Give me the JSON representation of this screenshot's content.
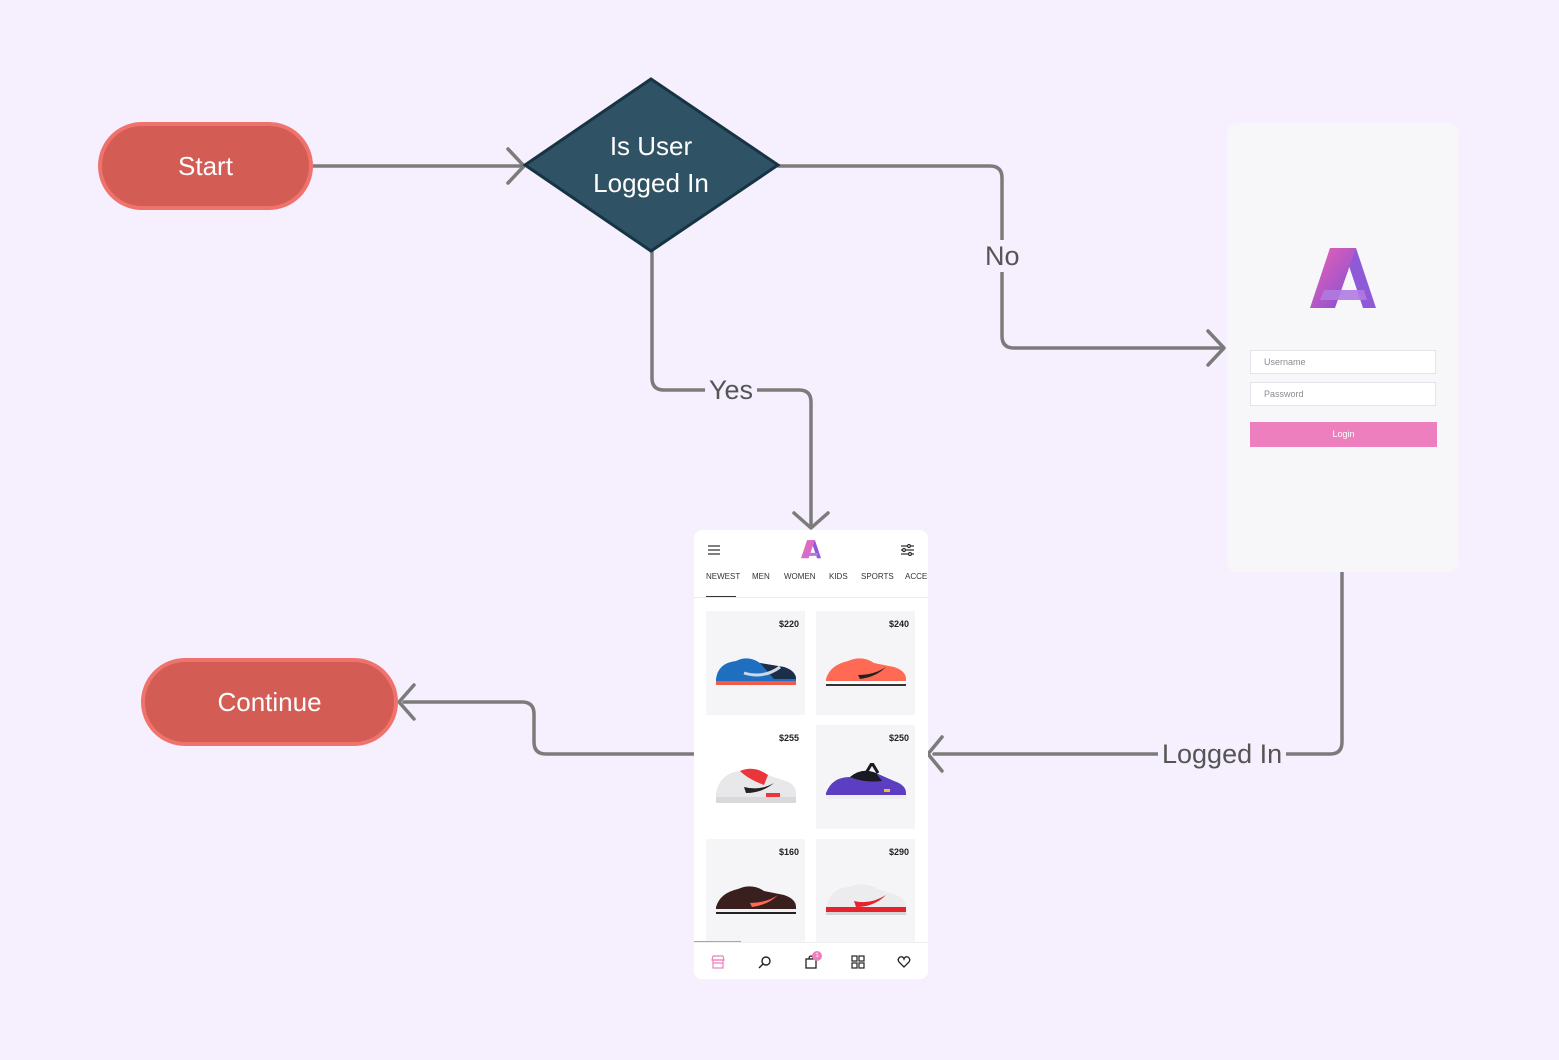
{
  "colors": {
    "background": "#f6effd",
    "terminal_fill": "#d35d55",
    "terminal_border": "#f0726c",
    "decision_fill": "#2f5264",
    "decision_border": "#173445",
    "connector": "#7b7b7b",
    "accent_pink": "#ee7fbf"
  },
  "flow": {
    "start": "Start",
    "decision_line1": "Is User",
    "decision_line2": "Logged In",
    "continue": "Continue",
    "label_no": "No",
    "label_yes": "Yes",
    "label_logged_in": "Logged In"
  },
  "login": {
    "username_placeholder": "Username",
    "password_placeholder": "Password",
    "button": "Login",
    "logo_icon": "brand-a-logo"
  },
  "shop": {
    "tabs": [
      "NEWEST",
      "MEN",
      "WOMEN",
      "KIDS",
      "SPORTS",
      "ACCES"
    ],
    "active_tab": "NEWEST",
    "products": [
      {
        "price": "$220",
        "color": "#1f6fc1"
      },
      {
        "price": "$240",
        "color": "#ff6a55"
      },
      {
        "price": "$255",
        "color": "#e8363a"
      },
      {
        "price": "$250",
        "color": "#5b3fc0"
      },
      {
        "price": "$160",
        "color": "#3a1f1f"
      },
      {
        "price": "$290",
        "color": "#e5232c"
      }
    ],
    "cart_count": "1",
    "icons": [
      "menu-icon",
      "filter-icon",
      "store-icon",
      "search-icon",
      "cart-icon",
      "grid-icon",
      "heart-icon"
    ]
  }
}
